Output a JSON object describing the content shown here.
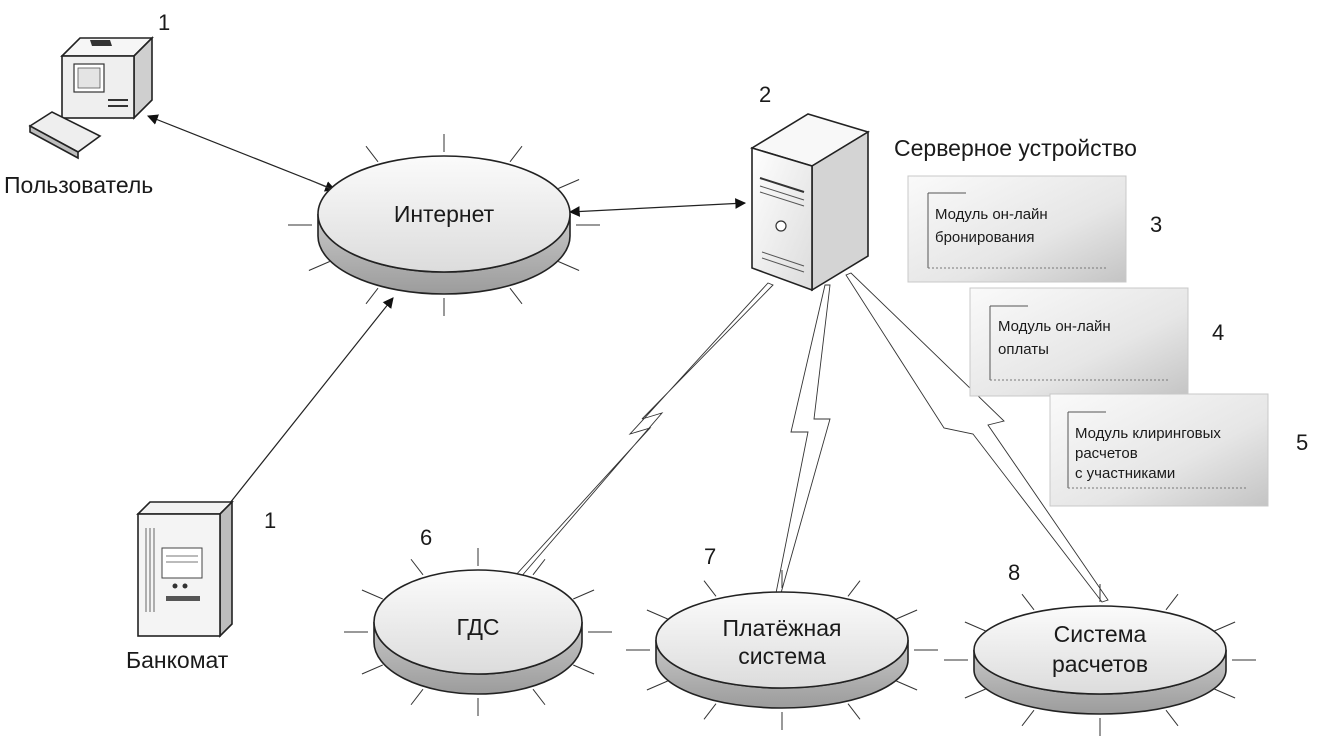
{
  "nodes": {
    "user": {
      "label": "Пользователь",
      "number": "1"
    },
    "atm": {
      "label": "Банкомат",
      "number": "1"
    },
    "internet": {
      "label": "Интернет"
    },
    "server": {
      "label": "Серверное устройство",
      "number": "2"
    },
    "gds": {
      "label": "ГДС",
      "number": "6"
    },
    "payment": {
      "label_line1": "Платёжная",
      "label_line2": "система",
      "number": "7"
    },
    "settlement": {
      "label_line1": "Система",
      "label_line2": "расчетов",
      "number": "8"
    }
  },
  "modules": [
    {
      "lines": [
        "Модуль он-лайн",
        "бронирования"
      ],
      "number": "3"
    },
    {
      "lines": [
        "Модуль он-лайн",
        "оплаты"
      ],
      "number": "4"
    },
    {
      "lines": [
        "Модуль клиринговых",
        "расчетов",
        "с участниками"
      ],
      "number": "5"
    }
  ],
  "colors": {
    "ellipse_top": "#f2f2f2",
    "ellipse_bottom": "#b8b8b8",
    "module_light": "#f7f7f7",
    "module_dark": "#cfcfcf"
  }
}
